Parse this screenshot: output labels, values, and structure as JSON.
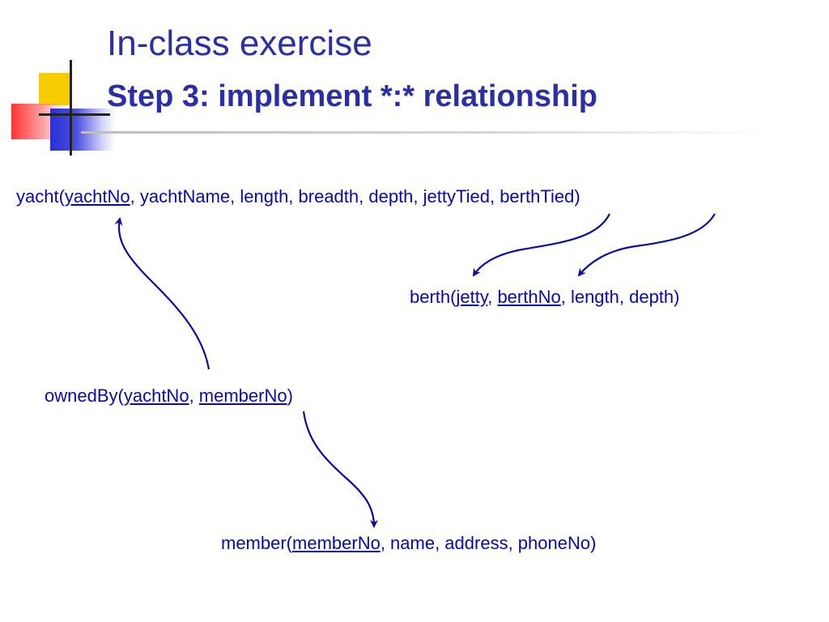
{
  "title": {
    "line1": "In-class exercise",
    "line2": "Step 3: implement *:* relationship"
  },
  "relations": {
    "yacht": {
      "name": "yacht(",
      "pk": "yachtNo",
      "rest": ", yachtName, length, breadth, depth, jettyTied, berthTied)"
    },
    "berth": {
      "name": "berth(",
      "pk1": "jetty",
      "sep": ", ",
      "pk2": "berthNo",
      "rest": ", length, depth)"
    },
    "ownedBy": {
      "name": "ownedBy(",
      "pk1": "yachtNo",
      "sep": ", ",
      "pk2": "memberNo",
      "close": ")"
    },
    "member": {
      "name": "member(",
      "pk": "memberNo",
      "rest": ", name, address, phoneNo)"
    }
  },
  "colors": {
    "title": "#2a2fa8",
    "text": "#0a0aa8",
    "arrow": "#0a0aa8"
  }
}
